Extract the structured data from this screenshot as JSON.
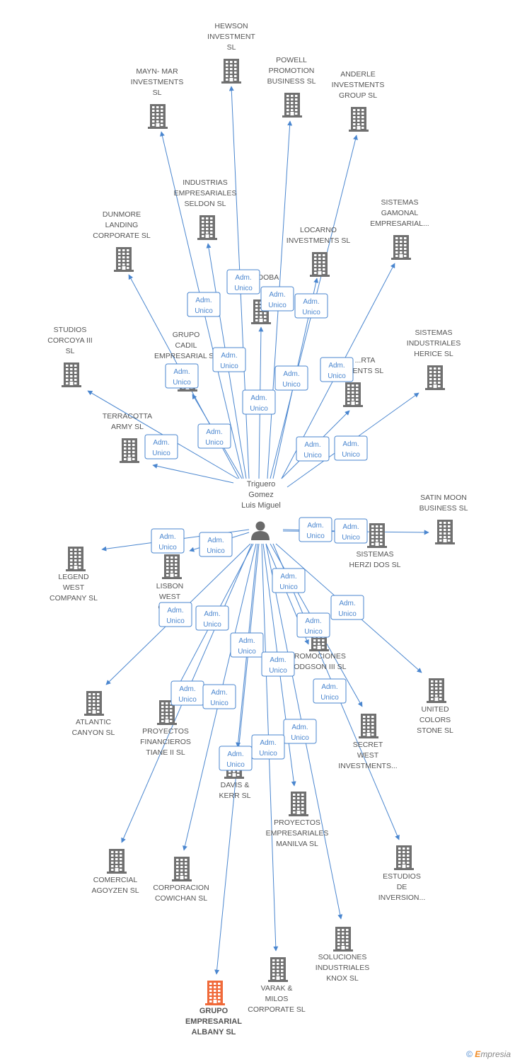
{
  "center": {
    "label_lines": [
      "Triguero",
      "Gomez",
      "Luis Miguel"
    ]
  },
  "edge_label_lines": [
    "Adm.",
    "Unico"
  ],
  "colors": {
    "edge": "#4a86cf",
    "building": "#707070",
    "highlight": "#f06a3a",
    "text": "#555555"
  },
  "companies": [
    {
      "id": "hewson",
      "lines": [
        "HEWSON",
        "INVESTMENT",
        "SL"
      ]
    },
    {
      "id": "powell",
      "lines": [
        "POWELL",
        "PROMOTION",
        "BUSINESS SL"
      ]
    },
    {
      "id": "mayn",
      "lines": [
        "MAYN- MAR",
        "INVESTMENTS",
        "SL"
      ]
    },
    {
      "id": "anderle",
      "lines": [
        "ANDERLE",
        "INVESTMENTS",
        "GROUP SL"
      ]
    },
    {
      "id": "industrias",
      "lines": [
        "INDUSTRIAS",
        "EMPRESARIALES",
        "SELDON SL"
      ]
    },
    {
      "id": "sistemas-gamonal",
      "lines": [
        "SISTEMAS",
        "GAMONAL",
        "EMPRESARIAL..."
      ]
    },
    {
      "id": "dunmore",
      "lines": [
        "DUNMORE",
        "LANDING",
        "CORPORATE SL"
      ]
    },
    {
      "id": "locarno",
      "lines": [
        "LOCARNO",
        "INVESTMENTS SL"
      ]
    },
    {
      "id": "doba",
      "lines": [
        "...DOBA"
      ]
    },
    {
      "id": "studios",
      "lines": [
        "STUDIOS",
        "CORCOYA III",
        "SL"
      ]
    },
    {
      "id": "grupo-cadil",
      "lines": [
        "GRUPO",
        "CADIL",
        "EMPRESARIAL SL"
      ]
    },
    {
      "id": "rta",
      "lines": [
        "...RTA",
        "...ENTS SL"
      ]
    },
    {
      "id": "sistemas-herice",
      "lines": [
        "SISTEMAS",
        "INDUSTRIALES",
        "HERICE SL"
      ]
    },
    {
      "id": "terracotta",
      "lines": [
        "TERRACOTTA",
        "ARMY SL"
      ]
    },
    {
      "id": "satin",
      "lines": [
        "SATIN MOON",
        "BUSINESS SL"
      ]
    },
    {
      "id": "herzi",
      "lines": [
        "SISTEMAS",
        "HERZI DOS SL"
      ]
    },
    {
      "id": "legend",
      "lines": [
        "LEGEND",
        "WEST",
        "COMPANY SL"
      ]
    },
    {
      "id": "lisbon",
      "lines": [
        "LISBON",
        "WEST",
        "COM..."
      ]
    },
    {
      "id": "promociones",
      "lines": [
        "...ROMOCIONES",
        "...ODGSON III SL"
      ]
    },
    {
      "id": "united",
      "lines": [
        "UNITED",
        "COLORS",
        "STONE SL"
      ]
    },
    {
      "id": "atlantic",
      "lines": [
        "ATLANTIC",
        "CANYON SL"
      ]
    },
    {
      "id": "proyectos-tiane",
      "lines": [
        "PROYECTOS",
        "FINANCIEROS",
        "TIANE II SL"
      ]
    },
    {
      "id": "secret",
      "lines": [
        "SECRET",
        "WEST",
        "INVESTMENTS..."
      ]
    },
    {
      "id": "davis",
      "lines": [
        "DAVIS &",
        "KERR SL"
      ]
    },
    {
      "id": "manilva",
      "lines": [
        "PROYECTOS",
        "EMPRESARIALES",
        "MANILVA SL"
      ]
    },
    {
      "id": "estudios",
      "lines": [
        "ESTUDIOS",
        "DE",
        "INVERSION..."
      ]
    },
    {
      "id": "comercial",
      "lines": [
        "COMERCIAL",
        "AGOYZEN SL"
      ]
    },
    {
      "id": "corporacion",
      "lines": [
        "CORPORACION",
        "COWICHAN SL"
      ]
    },
    {
      "id": "soluciones",
      "lines": [
        "SOLUCIONES",
        "INDUSTRIALES",
        "KNOX SL"
      ]
    },
    {
      "id": "varak",
      "lines": [
        "VARAK &",
        "MILOS",
        "CORPORATE SL"
      ]
    },
    {
      "id": "albany",
      "lines": [
        "GRUPO",
        "EMPRESARIAL",
        "ALBANY SL"
      ],
      "highlight": true
    }
  ],
  "footer": {
    "copyright": "©",
    "brand_first": "E",
    "brand_rest": "mpresia"
  }
}
